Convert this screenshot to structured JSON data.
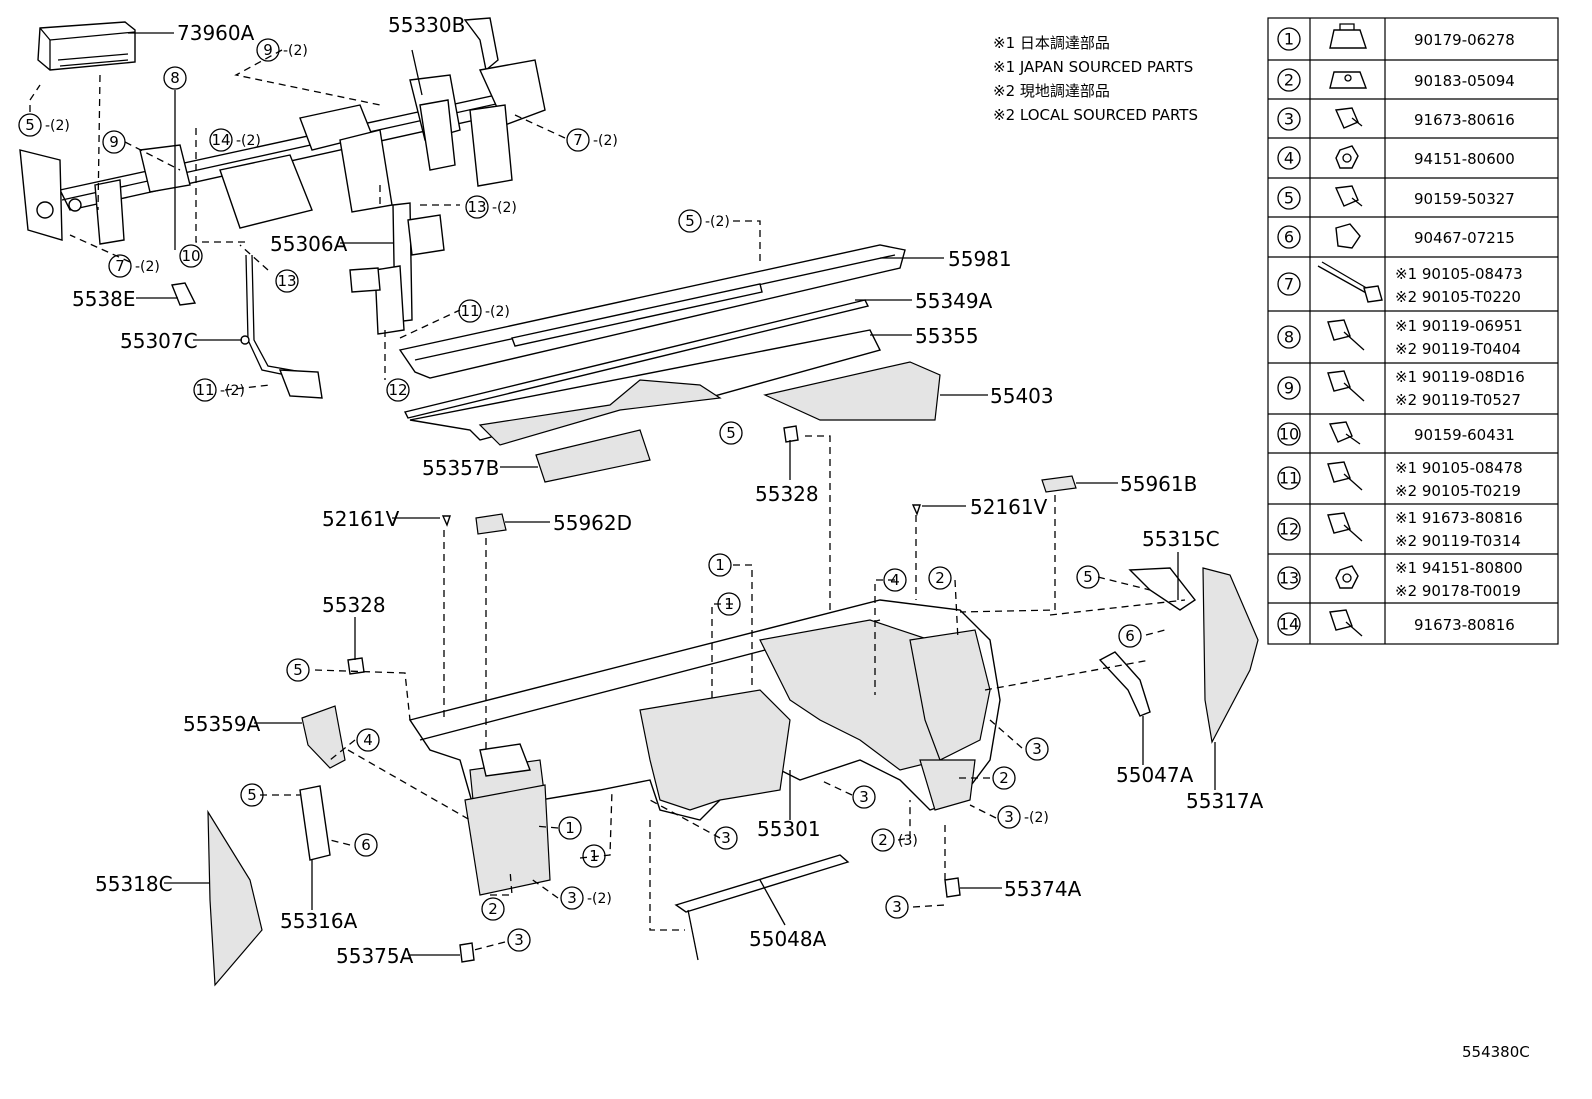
{
  "notes": [
    "※1 日本調達部品",
    "※1 JAPAN SOURCED PARTS",
    "※2 現地調達部品",
    "※2 LOCAL SOURCED PARTS"
  ],
  "diagram_code": "554380C",
  "part_labels": {
    "p73960A": "73960A",
    "p55330B": "55330B",
    "p55306A": "55306A",
    "p5538E": "5538E",
    "p55307C": "55307C",
    "p55981": "55981",
    "p55349A": "55349A",
    "p55355": "55355",
    "p55403": "55403",
    "p55357B": "55357B",
    "p55328a": "55328",
    "p55961B": "55961B",
    "p52161Va": "52161V",
    "p55962D": "55962D",
    "p52161Vb": "52161V",
    "p55315C": "55315C",
    "p55328b": "55328",
    "p55359A": "55359A",
    "p55047A": "55047A",
    "p55317A": "55317A",
    "p55301": "55301",
    "p55318C": "55318C",
    "p55316A": "55316A",
    "p55374A": "55374A",
    "p55048A": "55048A",
    "p55375A": "55375A"
  },
  "qty": {
    "q2": "-(2)",
    "q3": "(3)"
  },
  "fastener_table": [
    {
      "no": "1",
      "lines": [
        "90179-06278"
      ]
    },
    {
      "no": "2",
      "lines": [
        "90183-05094"
      ]
    },
    {
      "no": "3",
      "lines": [
        "91673-80616"
      ]
    },
    {
      "no": "4",
      "lines": [
        "94151-80600"
      ]
    },
    {
      "no": "5",
      "lines": [
        "90159-50327"
      ]
    },
    {
      "no": "6",
      "lines": [
        "90467-07215"
      ]
    },
    {
      "no": "7",
      "lines": [
        "※1 90105-08473",
        "※2 90105-T0220"
      ]
    },
    {
      "no": "8",
      "lines": [
        "※1 90119-06951",
        "※2 90119-T0404"
      ]
    },
    {
      "no": "9",
      "lines": [
        "※1 90119-08D16",
        "※2 90119-T0527"
      ]
    },
    {
      "no": "10",
      "lines": [
        "90159-60431"
      ]
    },
    {
      "no": "11",
      "lines": [
        "※1 90105-08478",
        "※2 90105-T0219"
      ]
    },
    {
      "no": "12",
      "lines": [
        "※1 91673-80816",
        "※2 90119-T0314"
      ]
    },
    {
      "no": "13",
      "lines": [
        "※1 94151-80800",
        "※2 90178-T0019"
      ]
    },
    {
      "no": "14",
      "lines": [
        "91673-80816"
      ]
    }
  ]
}
